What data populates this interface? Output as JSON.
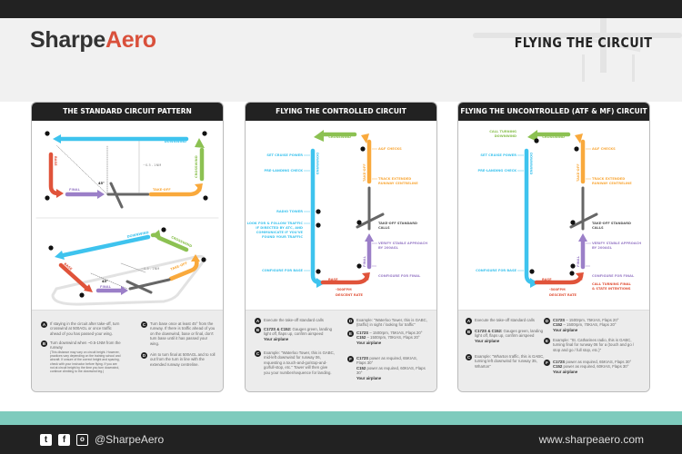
{
  "brand": {
    "name_part1": "Sharpe",
    "name_part2": "Aero"
  },
  "header": {
    "title": "FLYING THE CIRCUIT"
  },
  "colors": {
    "downwind": "#3ec3ee",
    "crosswind": "#8cc152",
    "takeoff": "#f9a93c",
    "base": "#e0533a",
    "final": "#9b7fc8",
    "runway": "#666666",
    "teal": "#7ecbbd"
  },
  "panels": [
    {
      "title": "THE STANDARD CIRCUIT PATTERN",
      "diagram": {
        "downwind": "DOWNWIND",
        "crosswind": "CROSSWIND",
        "base": "BASE",
        "final": "FINAL",
        "takeoff": "TAKE-OFF",
        "distance": "~0.5 - 1NM",
        "angle": "45°"
      },
      "markers": [
        "A",
        "B",
        "C",
        "D"
      ],
      "notes": [
        {
          "badge": "A",
          "text": "If staying in the circuit after take-off, turn crosswind at 500AGL or once traffic ahead of you has passed your wing."
        },
        {
          "badge": "B",
          "text": "Turn downwind when ~0.5-1NM from the runway",
          "small": "(This distance may vary on circuit height. However, practices vary depending on the training school and aircraft. If unsure of the correct height and spacing, check with your instructor before flying. If you are not at circuit height by the time you turn downwind, continue climbing to the downwind leg.)"
        },
        {
          "badge": "C",
          "text": "Turn base once at least 45° from the runway. If there is traffic ahead of you on the downwind, base or final, don't turn base until it has passed your wing."
        },
        {
          "badge": "D",
          "text": "Aim to turn final at 500AGL and to roll out from the turn in line with the extended runway centreline."
        }
      ]
    },
    {
      "title": "FLYING THE CONTROLLED CIRCUIT",
      "diagram": {
        "crosswind": "CROSSWIND",
        "downwind": "DOWNWIND",
        "takeoff": "TAKE-OFF",
        "final": "FINAL",
        "base": "BASE",
        "set_cruise": "SET CRUISE POWER",
        "pre_landing": "PRE-LANDING CHECK",
        "radio_tower": "RADIO TOWER",
        "look_traffic": [
          "LOOK FOR & FOLLOW TRAFFIC",
          "IF DIRECTED BY ATC, AND",
          "COMMUNICATE IF YOU'VE",
          "FOUND YOUR TRAFFIC"
        ],
        "configure_base": "CONFIGURE FOR BASE",
        "af_checks": "A&F CHECKS",
        "track": [
          "TRACK EXTENDED",
          "RUNWAY CENTRELINE"
        ],
        "takeoff_calls": [
          "TAKE-OFF STANDARD",
          "CALLS"
        ],
        "verify": [
          "VERIFY STABLE APPROACH",
          "BY 200AGL"
        ],
        "configure_final": "CONFIGURE FOR FINAL",
        "descent": [
          "-500FPM",
          "DESCENT RATE"
        ]
      },
      "markers": [
        "B",
        "C",
        "D",
        "F",
        "A",
        "E"
      ],
      "notes": [
        {
          "badge": "A",
          "text": "Execute the take-off standard calls"
        },
        {
          "badge": "B",
          "key": "C172S & C152:",
          "text": " Gauges green, landing light off, flaps up, confirm airspeed",
          "sub": "Your airplane"
        },
        {
          "badge": "C",
          "text": "Example: \"Waterloo Tower, this is GABC, mid-left downwind for runway 06, requesting a touch-and-go/stop-and-go/full-stop, etc.\" Tower will then give you your number/sequence for landing."
        },
        {
          "badge": "D",
          "text": "Example: \"Waterloo Tower, this is GABC, (traffic) in sight / looking for traffic\""
        },
        {
          "badge": "E",
          "key": "C172S",
          "text": " – 1500rpm, 75KIAS, Flaps 20°",
          "key2": "C152",
          "text2": " – 1500rpm, 70KIAS, Flaps 20°",
          "sub": "Your airplane"
        },
        {
          "badge": "F",
          "key": "C172S",
          "text": " power as required, 65KIAS, Flaps 30°",
          "key2": "C152",
          "text2": " power as required, 60KIAS, Flaps 30°",
          "sub": "Your airplane"
        }
      ]
    },
    {
      "title": "FLYING THE UNCONTROLLED (ATF & MF) CIRCUIT",
      "diagram": {
        "crosswind": "CROSSWIND",
        "downwind": "DOWNWIND",
        "takeoff": "TAKE-OFF",
        "final": "FINAL",
        "base": "BASE",
        "call_downwind": [
          "CALL TURNING",
          "DOWNWIND"
        ],
        "set_cruise": "SET CRUISE POWER",
        "pre_landing": "PRE-LANDING CHECK",
        "configure_base": "CONFIGURE FOR BASE",
        "af_checks": "A&F CHECKS",
        "track": [
          "TRACK EXTENDED",
          "RUNWAY CENTRELINE"
        ],
        "takeoff_calls": [
          "TAKE-OFF STANDARD",
          "CALLS"
        ],
        "verify": [
          "VERIFY STABLE APPROACH",
          "BY 200AGL"
        ],
        "configure_final": "CONFIGURE FOR FINAL",
        "call_final": [
          "CALL TURNING FINAL",
          "& STATE INTENTIONS"
        ],
        "descent": [
          "-500FPM",
          "DESCENT RATE"
        ]
      },
      "markers": [
        "C",
        "B",
        "D",
        "F",
        "E",
        "A"
      ],
      "notes": [
        {
          "badge": "A",
          "text": "Execute the take-off standard calls"
        },
        {
          "badge": "B",
          "key": "C172S & C152:",
          "text": " Gauges green, landing light off, flaps up, confirm airspeed",
          "sub": "Your airplane"
        },
        {
          "badge": "C",
          "text": "Example: \"Wharton traffic, this is GABC, turning left downwind for runway 35, Wharton\""
        },
        {
          "badge": "D",
          "key": "C172S",
          "text": " – 1500rpm, 75KIAS, Flaps 20°",
          "key2": "C152",
          "text2": " – 1500rpm, 70KIAS, Flaps 20°",
          "sub": "Your airplane"
        },
        {
          "badge": "E",
          "text": "Example: \"St. Catharines radio, this is GABC, turning final for runway 06 for a (touch and go / stop and go / full stop, etc.)\""
        },
        {
          "badge": "F",
          "key": "C172S",
          "text": " power as required, 65KIAS, Flaps 30°",
          "key2": "C152",
          "text2": " power as required, 60KIAS, Flaps 30°",
          "sub": "Your airplane"
        }
      ]
    }
  ],
  "footer": {
    "twitter": "twitter-icon",
    "facebook": "facebook-icon",
    "instagram": "instagram-icon",
    "handle": "@SharpeAero",
    "website": "www.sharpeaero.com"
  }
}
